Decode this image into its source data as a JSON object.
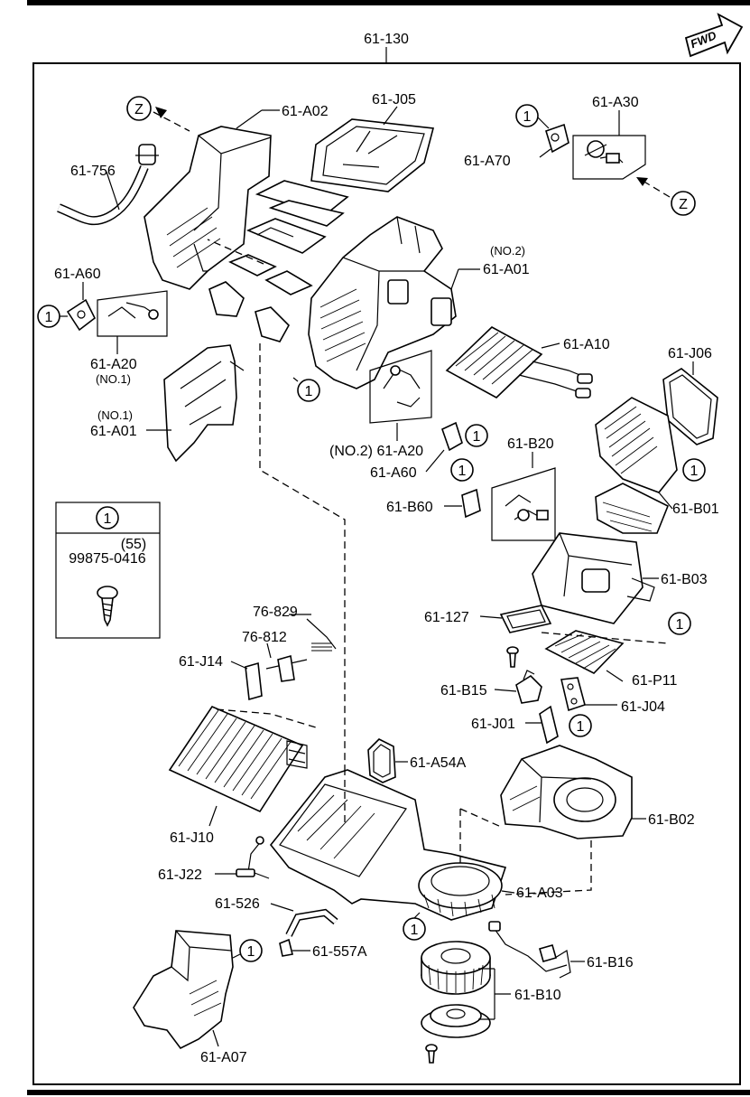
{
  "assembly_number": "61-130",
  "fwd_label": "FWD",
  "z_marker": "Z",
  "ref_mark": "1",
  "legend": {
    "header": "1",
    "qty": "(55)",
    "part_number": "99875-0416"
  },
  "labels": {
    "a02": "61-A02",
    "j05": "61-J05",
    "a30": "61-A30",
    "a70": "61-A70",
    "b756": "61-756",
    "no2_top": "(NO.2)",
    "a01_top": "61-A01",
    "a60_left": "61-A60",
    "a20_left": "61-A20",
    "no1_left": "(NO.1)",
    "a10": "61-A10",
    "j06": "61-J06",
    "no1_a01": "(NO.1)",
    "a01_left": "61-A01",
    "no2_a20": "(NO.2) 61-A20",
    "a60_mid": "61-A60",
    "b20": "61-B20",
    "b60": "61-B60",
    "b01": "61-B01",
    "b03": "61-B03",
    "p127": "61-127",
    "p11": "61-P11",
    "p829": "76-829",
    "p812": "76-812",
    "j14": "61-J14",
    "b15": "61-B15",
    "j04": "61-J04",
    "j01": "61-J01",
    "a54a": "61-A54A",
    "b02": "61-B02",
    "j10": "61-J10",
    "j22": "61-J22",
    "a03": "61-A03",
    "p526": "61-526",
    "p557a": "61-557A",
    "b16": "61-B16",
    "b10": "61-B10",
    "a07": "61-A07"
  }
}
